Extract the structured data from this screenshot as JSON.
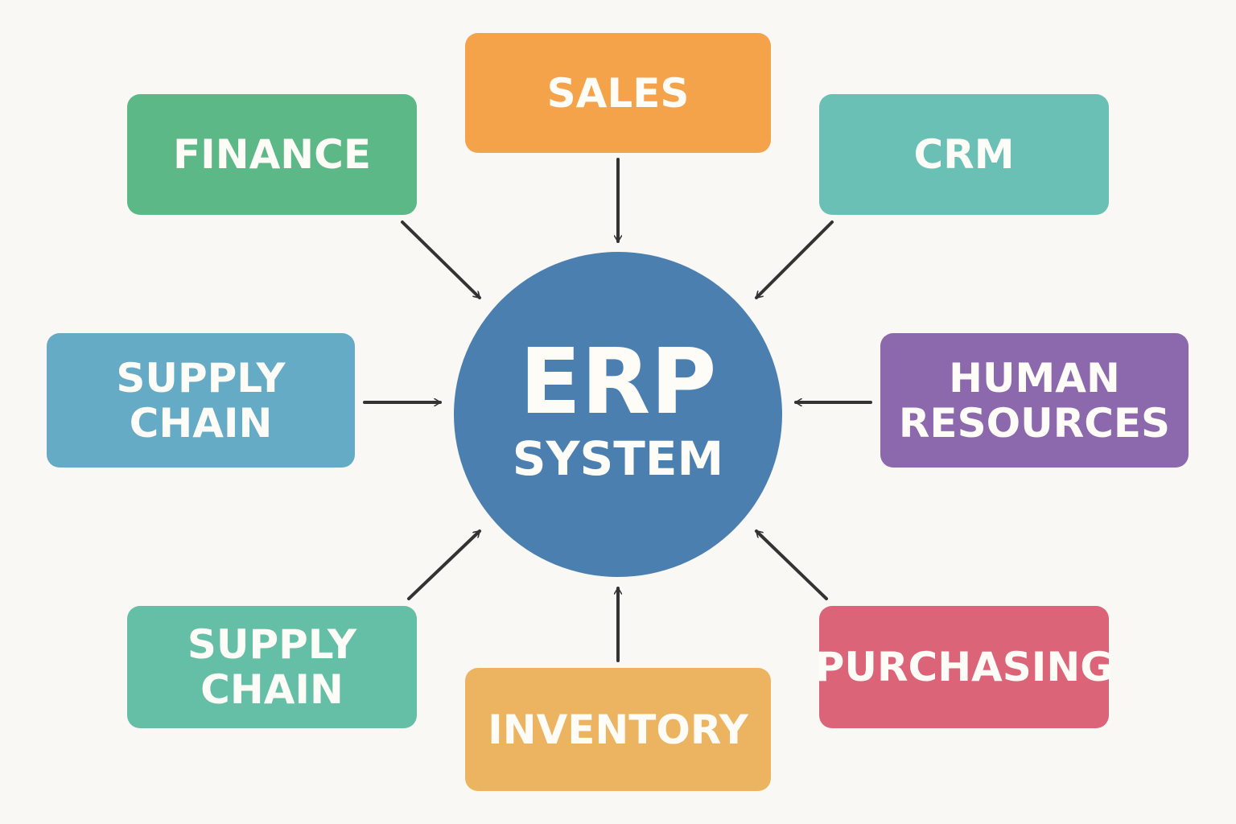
{
  "diagram": {
    "type": "hub-and-spoke",
    "background": "#f9f8f4",
    "hub": {
      "title": "ERP",
      "subtitle": "SYSTEM",
      "color": "#4a7fb0"
    },
    "modules": [
      {
        "id": "sales",
        "label": "SALES",
        "color": "#f4a34a",
        "position": "top"
      },
      {
        "id": "finance",
        "label": "FINANCE",
        "color": "#5cb886",
        "position": "top-left"
      },
      {
        "id": "crm",
        "label": "CRM",
        "color": "#6ac0b4",
        "position": "top-right"
      },
      {
        "id": "supply-chain-left",
        "label": "SUPPLY\nCHAIN",
        "color": "#65abc6",
        "position": "left"
      },
      {
        "id": "human-resources",
        "label": "HUMAN\nRESOURCES",
        "color": "#8c68ac",
        "position": "right"
      },
      {
        "id": "supply-chain-bottom",
        "label": "SUPPLY\nCHAIN",
        "color": "#64bfa6",
        "position": "bottom-left"
      },
      {
        "id": "inventory",
        "label": "INVENTORY",
        "color": "#ecb461",
        "position": "bottom"
      },
      {
        "id": "purchasing",
        "label": "PURCHASING",
        "color": "#dc6479",
        "position": "bottom-right"
      }
    ],
    "edges": [
      {
        "from": "sales",
        "to": "hub",
        "direction": "to-hub"
      },
      {
        "from": "finance",
        "to": "hub",
        "direction": "to-hub"
      },
      {
        "from": "crm",
        "to": "hub",
        "direction": "to-hub"
      },
      {
        "from": "supply-chain-left",
        "to": "hub",
        "direction": "to-hub"
      },
      {
        "from": "human-resources",
        "to": "hub",
        "direction": "to-hub"
      },
      {
        "from": "supply-chain-bottom",
        "to": "hub",
        "direction": "to-hub"
      },
      {
        "from": "inventory",
        "to": "hub",
        "direction": "to-hub"
      },
      {
        "from": "purchasing",
        "to": "hub",
        "direction": "to-hub"
      }
    ],
    "arrow_color": "#333333"
  }
}
